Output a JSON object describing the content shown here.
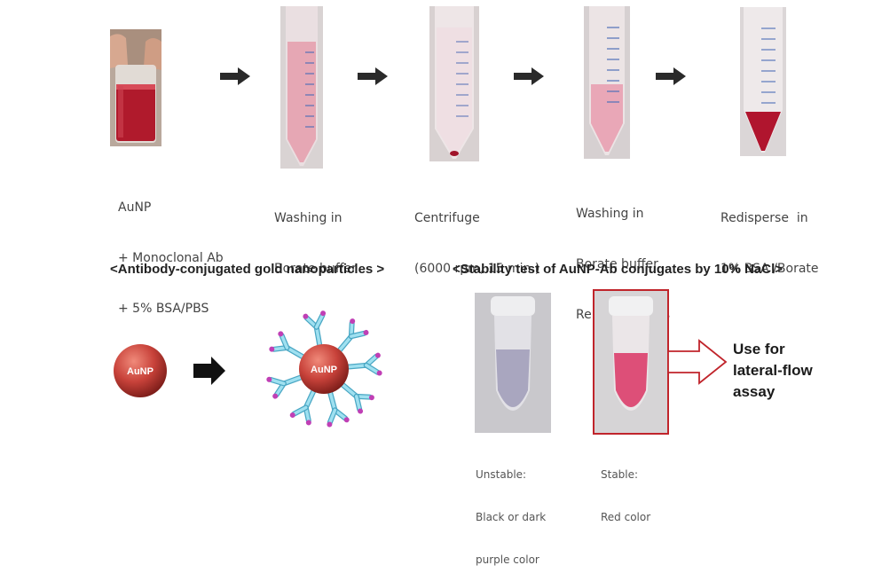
{
  "steps": [
    {
      "lines": [
        "AuNP",
        "+ Monoclonal Ab",
        "+ 5% BSA/PBS"
      ]
    },
    {
      "lines": [
        "Washing in",
        "Borate buffer"
      ]
    },
    {
      "lines": [
        "Centrifuge",
        "(6000 rpm, 15 min.)"
      ]
    },
    {
      "lines": [
        "Washing in",
        "Borate buffer",
        "Repeat 2 times"
      ]
    },
    {
      "lines": [
        "Redisperse  in",
        "1% BSA /Borate"
      ]
    }
  ],
  "headings": {
    "conjugation": "<Antibody-conjugated gold nanoparticles >",
    "stability": "<Stability test of AuNP-Ab conjugates by 10% NaCl>"
  },
  "nanoparticle": {
    "bare_label": "AuNP",
    "conjugated_label": "AuNP"
  },
  "stability": {
    "unstable": {
      "lines": [
        "Unstable:",
        "Black or dark",
        "purple color"
      ]
    },
    "stable": {
      "lines": [
        "Stable:",
        "Red color"
      ]
    },
    "use_for": [
      "Use for",
      "lateral-flow",
      "assay"
    ]
  },
  "colors": {
    "gold_np": "#c8423a",
    "antibody": "#8fd3e6",
    "antibody_tip": "#c03fb5",
    "arrow": "#2a2a2a",
    "highlight_border": "#c0242b",
    "solution_red": "#c4142e"
  }
}
